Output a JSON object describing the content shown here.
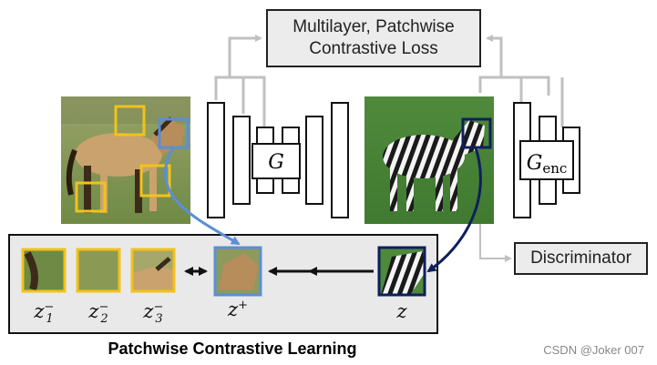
{
  "loss_box": {
    "line1": "Multilayer, Patchwise",
    "line2": "Contrastive Loss"
  },
  "generator_label": "G",
  "encoder_label": {
    "base": "G",
    "sub": "enc"
  },
  "discriminator_label": "Discriminator",
  "panel": {
    "title": "Patchwise Contrastive Learning",
    "patches": [
      {
        "label": "z",
        "sub": "1",
        "sup": "−"
      },
      {
        "label": "z",
        "sub": "2",
        "sup": "−"
      },
      {
        "label": "z",
        "sub": "3",
        "sup": "−"
      },
      {
        "label": "z",
        "sub": "",
        "sup": "+"
      },
      {
        "label": "z",
        "sub": "",
        "sup": ""
      }
    ]
  },
  "watermark": "CSDN @Joker 007",
  "colors": {
    "negative_patch": "#f2c21b",
    "positive_patch": "#5a8fd6",
    "query_patch": "#0f1f5c",
    "gray_arrow": "#c0c0c0",
    "panel_bg": "#e9e9e9"
  }
}
